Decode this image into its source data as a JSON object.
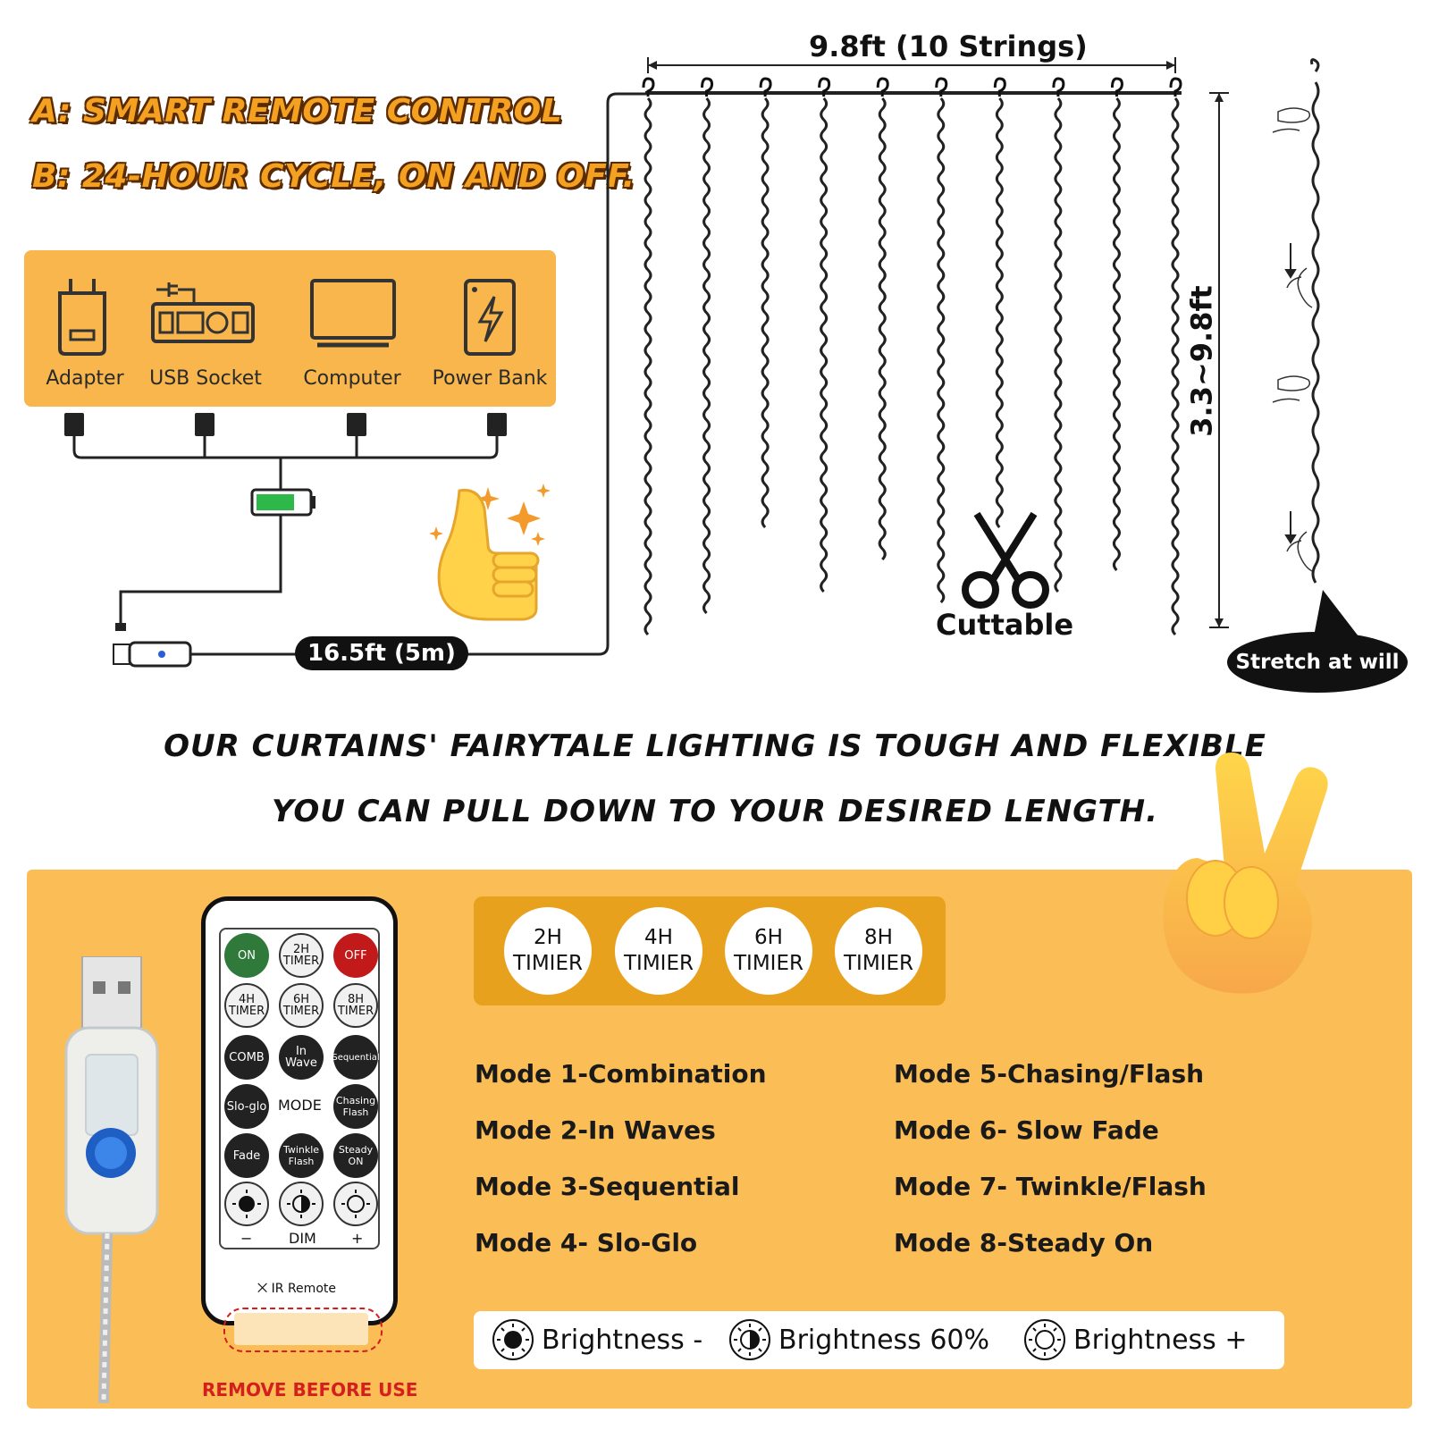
{
  "features": {
    "a": "A: SMART REMOTE CONTROL",
    "b": "B: 24-HOUR CYCLE, ON AND OFF."
  },
  "power_sources": [
    {
      "label": "Adapter",
      "icon": "adapter-icon"
    },
    {
      "label": "USB Socket",
      "icon": "usb-socket-icon"
    },
    {
      "label": "Computer",
      "icon": "computer-icon"
    },
    {
      "label": "Power Bank",
      "icon": "power-bank-icon"
    }
  ],
  "cable_length": "16.5ft (5m)",
  "curtain": {
    "width_label": "9.8ft (10 Strings)",
    "height_label": "3.3~9.8ft",
    "cut_label": "Cuttable",
    "stretch_label": "Stretch at will",
    "strings": 10
  },
  "tagline": {
    "line1": "OUR CURTAINS' FAIRYTALE LIGHTING IS TOUGH AND FLEXIBLE",
    "line2": "YOU CAN PULL DOWN TO YOUR DESIRED LENGTH."
  },
  "timers": [
    {
      "hours": "2H",
      "word": "TIMIER"
    },
    {
      "hours": "4H",
      "word": "TIMIER"
    },
    {
      "hours": "6H",
      "word": "TIMIER"
    },
    {
      "hours": "8H",
      "word": "TIMIER"
    }
  ],
  "modes_left": [
    "Mode 1-Combination",
    "Mode 2-In Waves",
    "Mode 3-Sequential",
    "Mode 4- Slo-Glo"
  ],
  "modes_right": [
    "Mode 5-Chasing/Flash",
    "Mode 6- Slow Fade",
    "Mode 7- Twinkle/Flash",
    "Mode 8-Steady On"
  ],
  "brightness": [
    {
      "label": "Brightness -",
      "icon": "brightness-low-icon"
    },
    {
      "label": "Brightness 60%",
      "icon": "brightness-mid-icon"
    },
    {
      "label": "Brightness +",
      "icon": "brightness-high-icon"
    }
  ],
  "remote": {
    "on": "ON",
    "timer2": "2H TIMER",
    "off": "OFF",
    "timer4": "4H TIMER",
    "timer6": "6H TIMER",
    "timer8": "8H TIMER",
    "comb": "COMB",
    "inwave": "In Wave",
    "sequential": "Sequential",
    "sloglo": "Slo-glo",
    "mode": "MODE",
    "chasing": "Chasing Flash",
    "fade": "Fade",
    "twinkle": "Twinkle Flash",
    "steady": "Steady ON",
    "dim_minus": "−",
    "dim": "DIM",
    "dim_plus": "+",
    "ir": "IR Remote"
  },
  "remove_note": "REMOVE BEFORE USE",
  "colors": {
    "accent_orange": "#f8b64c",
    "panel_orange": "#fbbd55",
    "timer_bar": "#e8a11c",
    "warning_red": "#d41f1f"
  }
}
